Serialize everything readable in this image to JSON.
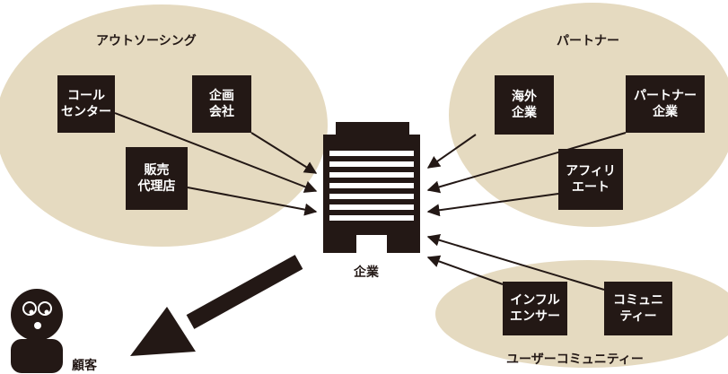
{
  "colors": {
    "ellipse": "#e5dac0",
    "box": "#231815",
    "arrow": "#231815",
    "text_on_box": "#ffffff"
  },
  "groups": {
    "outsourcing": "アウトソーシング",
    "partner": "パートナー",
    "community": "ユーザーコミュニティー"
  },
  "boxes": {
    "call_center": [
      "コール",
      "センター"
    ],
    "planning_company": [
      "企画",
      "会社"
    ],
    "sales_agent": [
      "販売",
      "代理店"
    ],
    "overseas_company": [
      "海外",
      "企業"
    ],
    "partner_company": [
      "パートナー",
      "企業"
    ],
    "affiliate": [
      "アフィリ",
      "エート"
    ],
    "influencer": [
      "インフル",
      "エンサー"
    ],
    "community_box": [
      "コミュニ",
      "ティー"
    ]
  },
  "company_label": "企業",
  "customer_label": "顧客",
  "icons": {
    "company": "building-icon",
    "customer": "person-icon"
  }
}
